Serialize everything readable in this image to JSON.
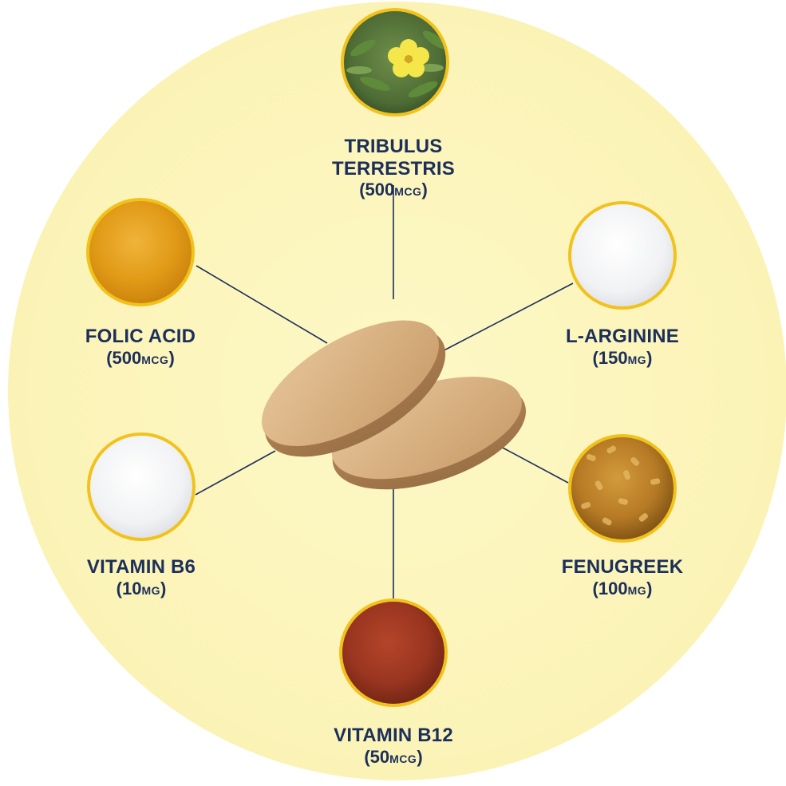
{
  "ingredients": [
    {
      "id": "tribulus",
      "name": "TRIBULUS TERRESTRIS",
      "amount": "500",
      "unit": "MCG",
      "swatch": "flower-leaves-icon"
    },
    {
      "id": "folic",
      "name": "FOLIC ACID",
      "amount": "500",
      "unit": "MCG",
      "swatch": "orange-powder-icon"
    },
    {
      "id": "arginine",
      "name": "L-ARGININE",
      "amount": "150",
      "unit": "MG",
      "swatch": "white-powder-icon"
    },
    {
      "id": "b6",
      "name": "VITAMIN B6",
      "amount": "10",
      "unit": "MG",
      "swatch": "white-powder-icon"
    },
    {
      "id": "fenugreek",
      "name": "FENUGREEK",
      "amount": "100",
      "unit": "MG",
      "swatch": "seeds-icon"
    },
    {
      "id": "b12",
      "name": "VITAMIN B12",
      "amount": "50",
      "unit": "MCG",
      "swatch": "red-powder-icon"
    }
  ],
  "colors": {
    "background": "#fbf3b6",
    "text": "#1c2f5a",
    "ring": "#f2c21c",
    "tablet": "#d2aa7a",
    "line": "#1c2f5a"
  }
}
